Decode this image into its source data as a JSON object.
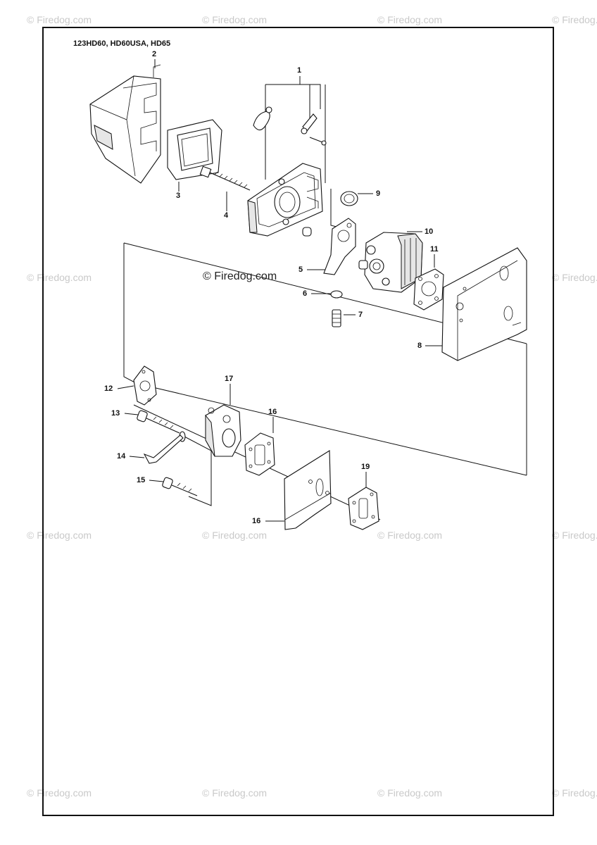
{
  "diagram": {
    "model_title": "123HD60, HD60USA, HD65",
    "watermark_text": "© Firedog.com",
    "center_watermark_text": "© Firedog.com",
    "callouts": {
      "c1": "1",
      "c2": "2",
      "c3": "3",
      "c4": "4",
      "c5": "5",
      "c6": "6",
      "c7": "7",
      "c8": "8",
      "c9": "9",
      "c10": "10",
      "c11": "11",
      "c12": "12",
      "c13": "13",
      "c14": "14",
      "c15": "15",
      "c16a": "16",
      "c16b": "16",
      "c17": "17",
      "c19": "19"
    }
  }
}
